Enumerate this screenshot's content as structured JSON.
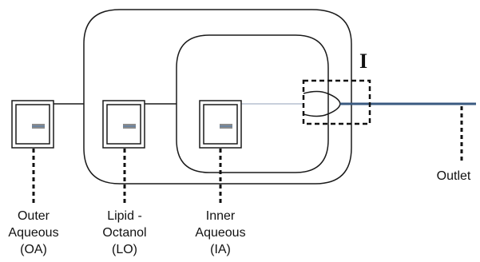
{
  "labels": {
    "outer_aqueous": "Outer\nAqueous\n(OA)",
    "lipid_octanol": "Lipid -\nOctanol\n(LO)",
    "inner_aqueous": "Inner\nAqueous\n(IA)",
    "outlet": "Outlet"
  },
  "region_marker": "I",
  "colors": {
    "channel": "#1a1a1a",
    "outlet_channel": "#3a5a80",
    "inner_stream": "#c8d0dc"
  }
}
